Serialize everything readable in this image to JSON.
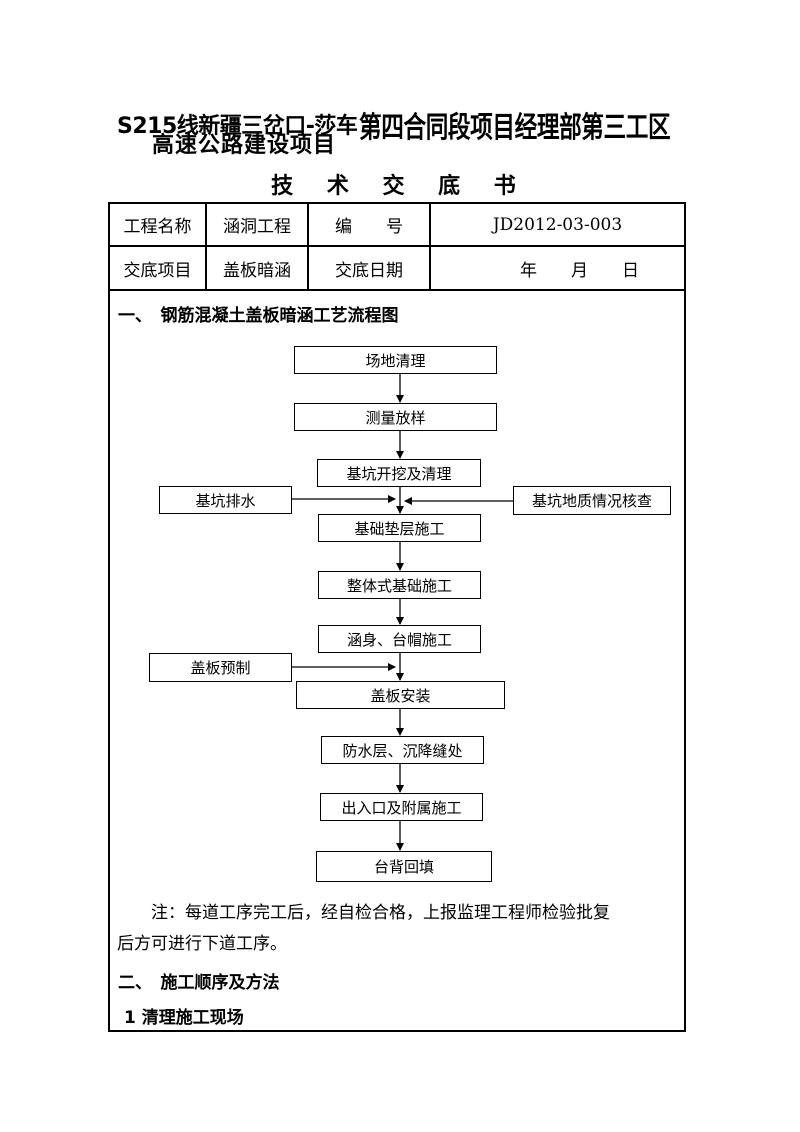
{
  "header": {
    "line1_left": "S215线新疆三岔口-莎车",
    "line1_right": "第四合同段项目经理部第三工区",
    "line2": "高速公路建设项目"
  },
  "doc_title": "技 术 交 底 书",
  "info_table": {
    "row1": {
      "label1": "工程名称",
      "value1": "涵洞工程",
      "label2": "编　　号",
      "value2": "JD2012-03-003"
    },
    "row2": {
      "label1": "交底项目",
      "value1": "盖板暗涵",
      "label2": "交底日期",
      "value2": "年　　月　　日"
    }
  },
  "section1_title": "一、　钢筋混凝土盖板暗涵工艺流程图",
  "flowchart": {
    "main_steps": [
      "场地清理",
      "测量放样",
      "基坑开挖及清理",
      "基础垫层施工",
      "整体式基础施工",
      "涵身、台帽施工",
      "盖板安装",
      "防水层、沉降缝处",
      "出入口及附属施工",
      "台背回填"
    ],
    "side_inputs": {
      "left_drainage": "基坑排水",
      "right_inspection": "基坑地质情况核查",
      "left_prefab": "盖板预制"
    }
  },
  "note": {
    "line1": "注：每道工序完工后，经自检合格，上报监理工程师检验批复",
    "line2": "后方可进行下道工序。"
  },
  "section2_title": "二、　施工顺序及方法",
  "subsection1_title": "1  清理施工现场"
}
